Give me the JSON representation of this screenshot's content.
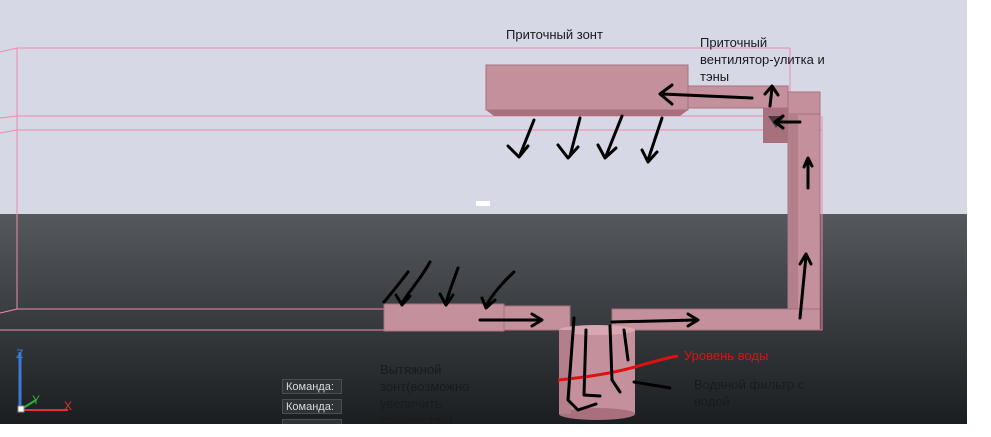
{
  "labels": {
    "supply_hood": "Приточный зонт",
    "supply_fan": "Приточный\nвентилятор-улитка и\nтэны",
    "exhaust_hood": "Вытяжной\nзонт(возможно\nувеличить\nколичество)",
    "water_level": "Уровень воды",
    "water_filter": "Водяной фильтр с\nводой"
  },
  "command_line": {
    "lines": [
      "Команда:",
      "Команда:",
      ""
    ]
  },
  "ucs": {
    "z": "Z",
    "y": "Y",
    "x": "X"
  },
  "colors": {
    "sky": "#d6d8e6",
    "ground_top": "#55595e",
    "ground_bottom": "#1b1e20",
    "duct": "#c4909c",
    "duct_dark": "#a86f7d",
    "wireframe": "#f08aa8",
    "annotation": "#000000",
    "water_level": "#e01010"
  },
  "icons": [
    "ucs-axis-icon",
    "arrow-icon"
  ]
}
